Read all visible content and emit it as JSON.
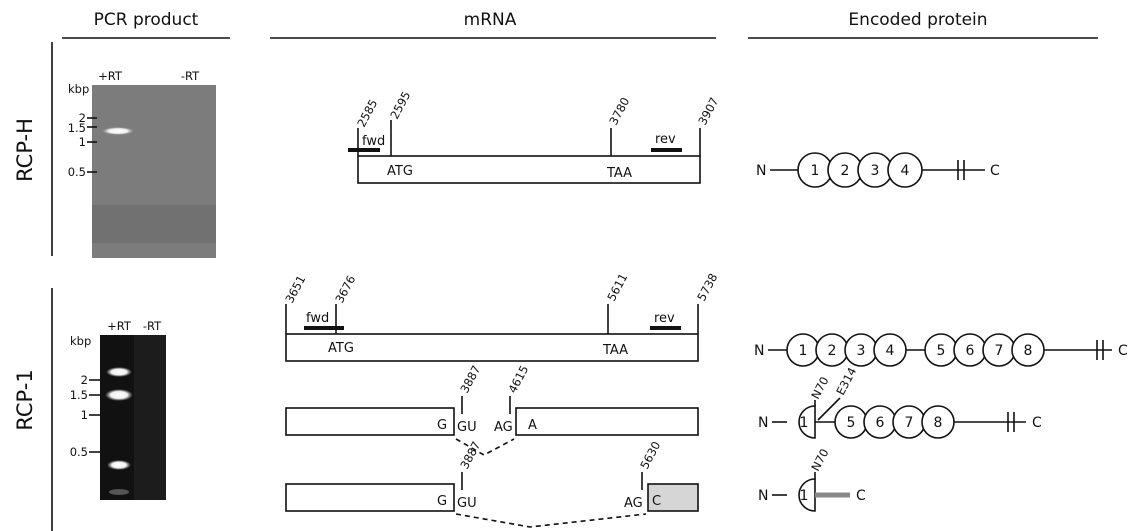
{
  "headers": {
    "pcr": "PCR product",
    "mrna": "mRNA",
    "protein": "Encoded protein"
  },
  "rows": {
    "rcph": "RCP-H",
    "rcp1": "RCP-1"
  },
  "gel_h": {
    "lane1": "+RT",
    "lane2": "-RT",
    "unit": "kbp",
    "ladder": [
      "2",
      "1.5",
      "1",
      "0.5"
    ]
  },
  "gel_1": {
    "lane1": "+RT",
    "lane2": "-RT",
    "unit": "kbp",
    "ladder": [
      "2",
      "1.5",
      "1",
      "0.5"
    ]
  },
  "mrna_h": {
    "positions": [
      "2585",
      "2595",
      "3780",
      "3907"
    ],
    "fwd": "fwd",
    "rev": "rev",
    "start": "ATG",
    "stop": "TAA"
  },
  "mrna_1": {
    "positions": [
      "3651",
      "3676",
      "5611",
      "5738"
    ],
    "fwd": "fwd",
    "rev": "rev",
    "start": "ATG",
    "stop": "TAA"
  },
  "splice_a": {
    "pos_left": "3887",
    "pos_right": "4615",
    "exon_end": "G",
    "donor": "GU",
    "acceptor": "AG",
    "exon_start": "A"
  },
  "splice_b": {
    "pos_left": "3887",
    "pos_right": "5630",
    "exon_end": "G",
    "donor": "GU",
    "acceptor": "AG",
    "exon_start": "C"
  },
  "protein_h": {
    "n": "N",
    "c": "C",
    "domains": [
      "1",
      "2",
      "3",
      "4"
    ]
  },
  "protein_1": {
    "n": "N",
    "c": "C",
    "domains_a": [
      "1",
      "2",
      "3",
      "4"
    ],
    "domains_b": [
      "5",
      "6",
      "7",
      "8"
    ]
  },
  "protein_a": {
    "n": "N",
    "c": "C",
    "site1": "N70",
    "site2": "E314",
    "domain_first": "1",
    "domains_b": [
      "5",
      "6",
      "7",
      "8"
    ]
  },
  "protein_b": {
    "n": "N",
    "c": "C",
    "site1": "N70",
    "domain_first": "1"
  }
}
